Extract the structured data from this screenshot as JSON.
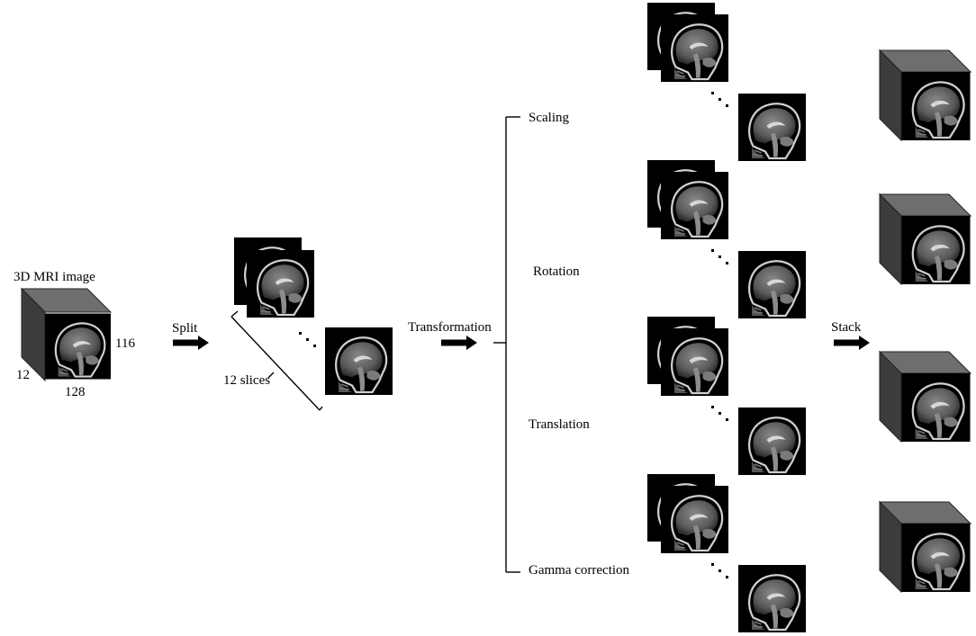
{
  "input": {
    "title": "3D MRI image",
    "dim_depth": "12",
    "dim_height": "116",
    "dim_width": "128"
  },
  "steps": {
    "split": "Split",
    "slices": "12 slices",
    "transformation": "Transformation",
    "stack": "Stack"
  },
  "transformations": [
    {
      "label": "Scaling"
    },
    {
      "label": "Rotation"
    },
    {
      "label": "Translation"
    },
    {
      "label": "Gamma correction"
    }
  ],
  "ellipsis": "⋱",
  "colors": {
    "background": "#ffffff",
    "ink": "#000000",
    "cube_top": "#6e6e6e",
    "cube_side": "#3c3c3c",
    "slice_bg": "#000000",
    "brain": "#9a9a9a"
  }
}
